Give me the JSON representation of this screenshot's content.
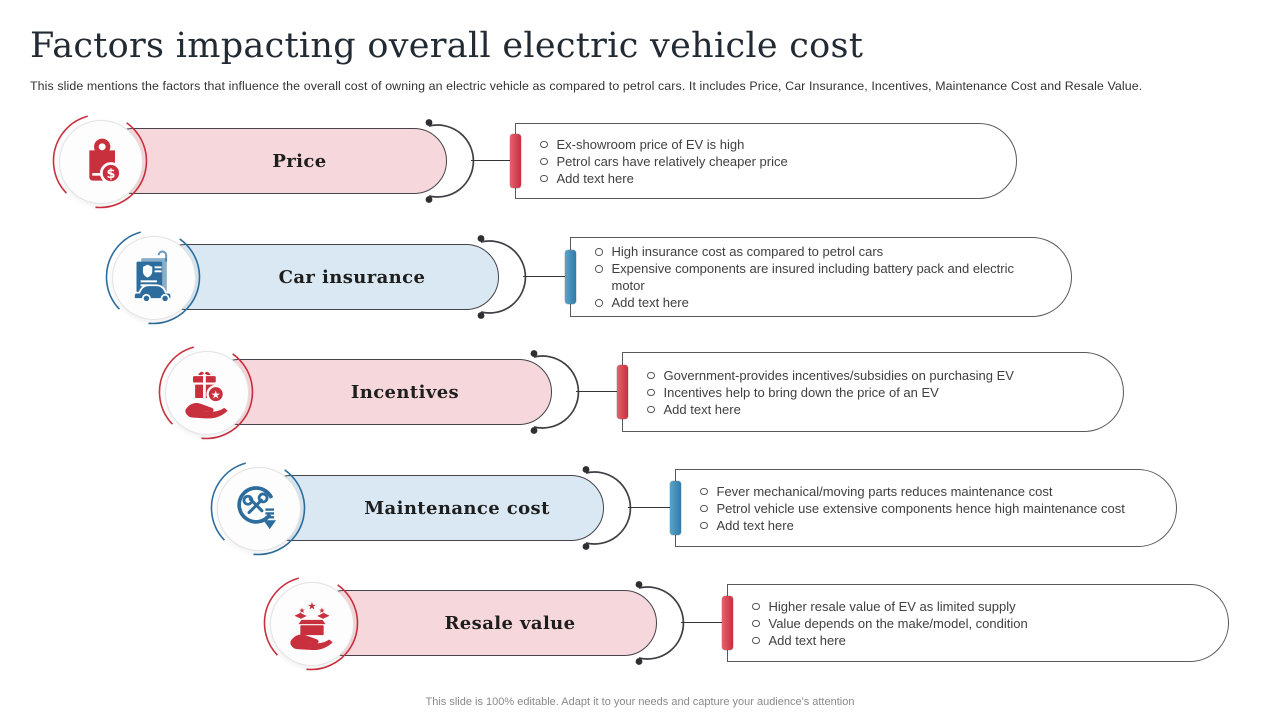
{
  "slide": {
    "title": "Factors impacting overall electric vehicle cost",
    "subtitle": "This slide mentions the factors that influence the overall cost of owning an electric vehicle as compared to petrol cars. It includes Price, Car Insurance, Incentives, Maintenance Cost and Resale Value.",
    "footer": "This slide is 100% editable.  Adapt it to your needs and capture your audience's attention"
  },
  "theme_colors": {
    "red_accent": "#c9303e",
    "red_fill": "#f6d8dc",
    "blue_accent": "#2d6d9d",
    "blue_fill": "#d9e8f2",
    "outline_dark": "#3f3e44",
    "box_border": "#59595c"
  },
  "factors": [
    {
      "label": "Price",
      "theme": "red",
      "icon": "price-tag-icon",
      "bullets": [
        "Ex-showroom price of EV is high",
        "Petrol cars have relatively cheaper price",
        "Add text here"
      ]
    },
    {
      "label": "Car insurance",
      "theme": "blue",
      "icon": "insurance-document-icon",
      "bullets": [
        "High insurance cost as compared to petrol cars",
        "Expensive components are insured including battery pack and electric motor",
        "Add text here"
      ]
    },
    {
      "label": "Incentives",
      "theme": "red",
      "icon": "gift-incentive-icon",
      "bullets": [
        "Government-provides incentives/subsidies on purchasing EV",
        "Incentives help to bring down the price of an EV",
        "Add text here"
      ]
    },
    {
      "label": "Maintenance cost",
      "theme": "blue",
      "icon": "maintenance-tools-icon",
      "bullets": [
        "Fever mechanical/moving parts reduces maintenance cost",
        "Petrol vehicle use extensive components hence high maintenance cost",
        "Add text here"
      ]
    },
    {
      "label": "Resale value",
      "theme": "red",
      "icon": "resale-box-icon",
      "bullets": [
        "Higher resale value of EV as limited supply",
        "Value depends on the make/model, condition",
        "Add text here"
      ]
    }
  ]
}
